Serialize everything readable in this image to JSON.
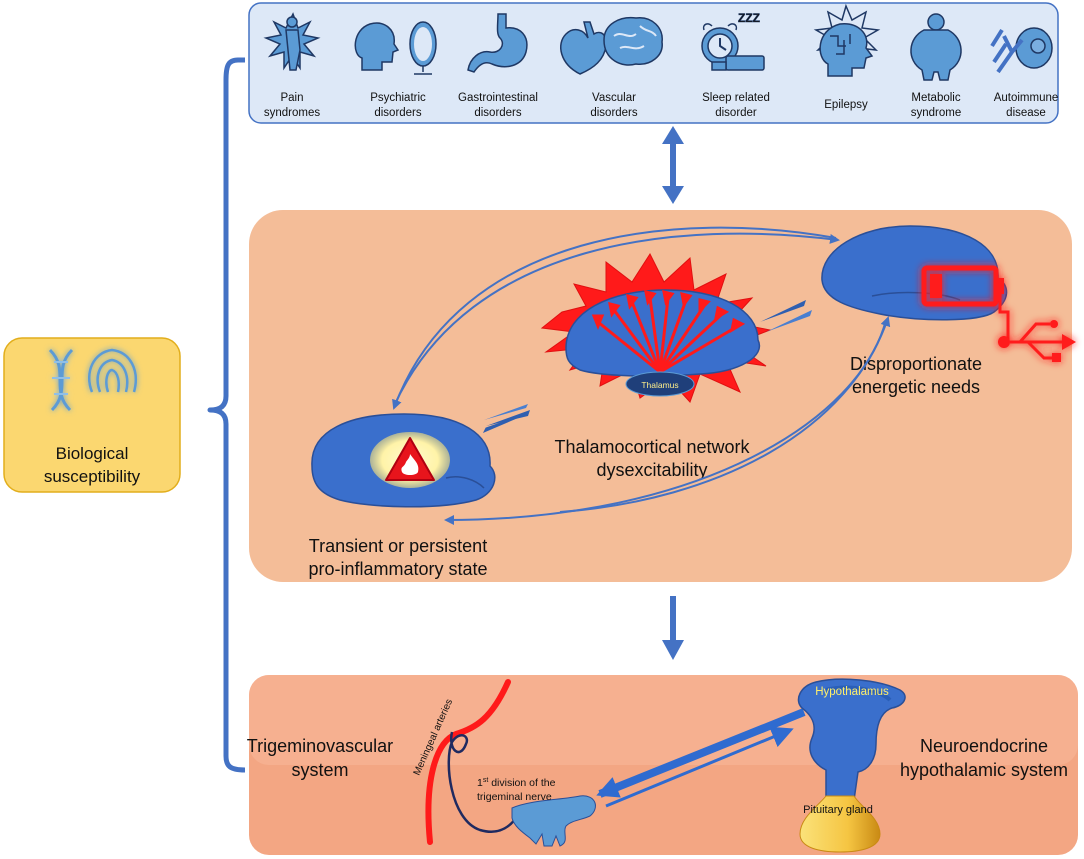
{
  "comorbidities": [
    {
      "icon": "pain-figure-icon",
      "line1": "Pain",
      "line2": "syndromes"
    },
    {
      "icon": "head-mirror-icon",
      "line1": "Psychiatric",
      "line2": "disorders"
    },
    {
      "icon": "stomach-icon",
      "line1": "Gastrointestinal",
      "line2": "disorders"
    },
    {
      "icon": "heart-brain-icon",
      "line1": "Vascular",
      "line2": "disorders"
    },
    {
      "icon": "alarm-clock-bed-icon",
      "line1": "Sleep related",
      "line2": "disorder"
    },
    {
      "icon": "epileptic-head-icon",
      "line1": "Epilepsy",
      "line2": ""
    },
    {
      "icon": "obese-figure-icon",
      "line1": "Metabolic",
      "line2": "syndrome"
    },
    {
      "icon": "antibody-cell-icon",
      "line1": "Autoimmune",
      "line2": "disease"
    }
  ],
  "sleep_icon_text": "ZZZ",
  "susceptibility": {
    "line1": "Biological",
    "line2": "susceptibility",
    "icon": "dna-fingerprint-icon"
  },
  "middle": {
    "inflammation": {
      "line1": "Transient or persistent",
      "line2": "pro-inflammatory state",
      "icon": "fire-warning-icon"
    },
    "thalamocortical": {
      "line1": "Thalamocortical network",
      "line2": "dysexcitability",
      "thalamus_label": "Thalamus"
    },
    "energy": {
      "line1": "Disproportionate",
      "line2": "energetic needs",
      "icon": "low-battery-usb-icon"
    }
  },
  "bottom": {
    "trigeminovascular": {
      "line1": "Trigeminovascular",
      "line2": "system"
    },
    "meningeal_label": "Meningeal arteries",
    "nerve_label_sup": "st",
    "nerve_label_num": "1",
    "nerve_label_line1_rest": " division of the",
    "nerve_label_line2": "trigeminal nerve",
    "hypothalamus_label": "Hypothalamus",
    "pituitary_label": "Pituitary gland",
    "neuroendocrine": {
      "line1": "Neuroendocrine",
      "line2": "hypothalamic system"
    }
  },
  "colors": {
    "top_panel_fill": "#dde8f7",
    "middle_panel_fill": "#f4bd98",
    "bottom_panel_fill": "#f3a683",
    "susceptibility_fill": "#fbd770",
    "arrow_blue": "#4472c4",
    "brain_blue": "#3a6fcc",
    "alert_red": "#ff1a1a"
  }
}
